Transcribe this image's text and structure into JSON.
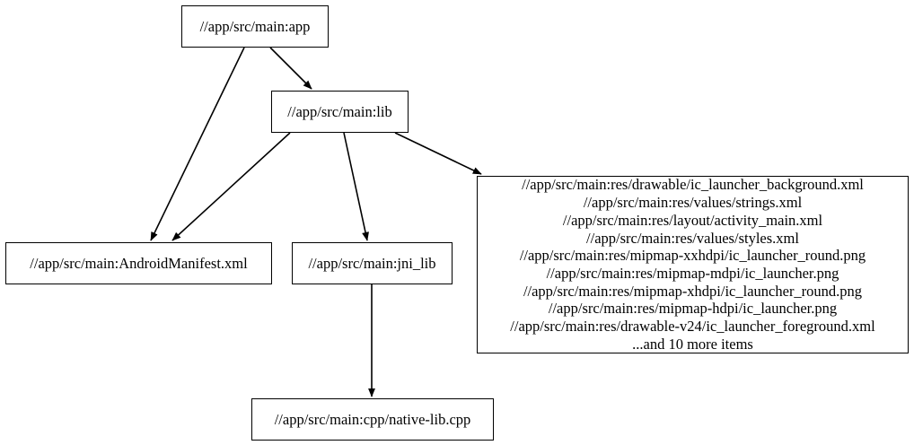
{
  "graph": {
    "type": "directed-dependency-graph",
    "background_color": "#ffffff",
    "node_fill_color": "#ffffff",
    "node_border_color": "#000000",
    "edge_color": "#000000",
    "text_color": "#000000"
  },
  "nodes": {
    "app": {
      "label": "//app/src/main:app"
    },
    "lib": {
      "label": "//app/src/main:lib"
    },
    "manifest": {
      "label": "//app/src/main:AndroidManifest.xml"
    },
    "jni_lib": {
      "label": "//app/src/main:jni_lib"
    },
    "native_lib": {
      "label": "//app/src/main:cpp/native-lib.cpp"
    },
    "res_bundle": {
      "lines": [
        "//app/src/main:res/drawable/ic_launcher_background.xml",
        "//app/src/main:res/values/strings.xml",
        "//app/src/main:res/layout/activity_main.xml",
        "//app/src/main:res/values/styles.xml",
        "//app/src/main:res/mipmap-xxhdpi/ic_launcher_round.png",
        "//app/src/main:res/mipmap-mdpi/ic_launcher.png",
        "//app/src/main:res/mipmap-xhdpi/ic_launcher_round.png",
        "//app/src/main:res/mipmap-hdpi/ic_launcher.png",
        "//app/src/main:res/drawable-v24/ic_launcher_foreground.xml",
        "...and 10 more items"
      ],
      "overflow_note": "...and 10 more items",
      "overflow_count": 10
    }
  },
  "edges": [
    {
      "from": "app",
      "to": "manifest"
    },
    {
      "from": "app",
      "to": "lib"
    },
    {
      "from": "lib",
      "to": "manifest"
    },
    {
      "from": "lib",
      "to": "jni_lib"
    },
    {
      "from": "lib",
      "to": "res_bundle"
    },
    {
      "from": "jni_lib",
      "to": "native_lib"
    }
  ]
}
